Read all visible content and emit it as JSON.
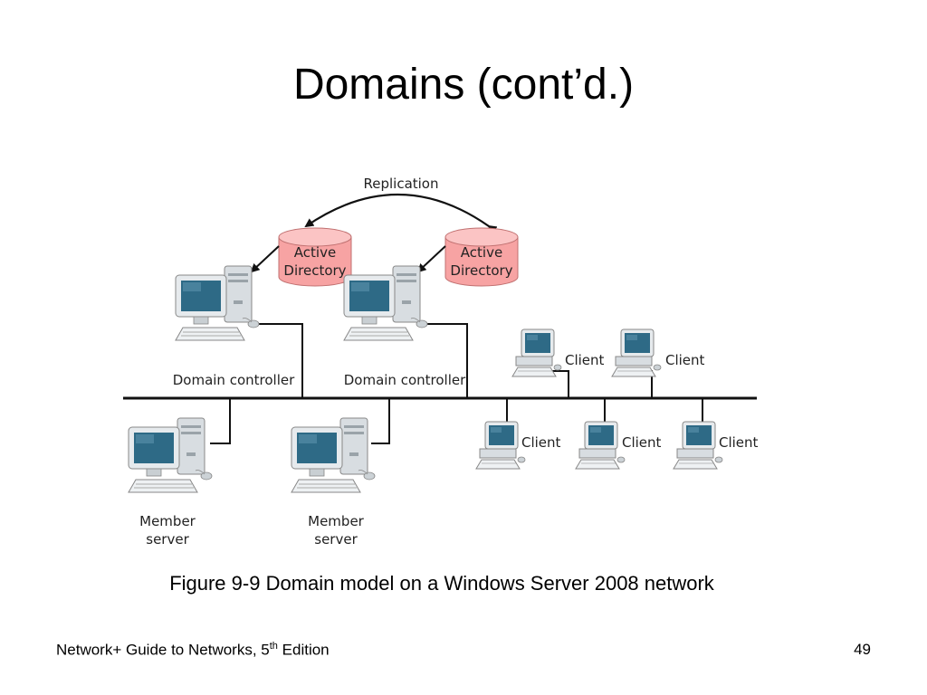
{
  "slide": {
    "title": "Domains (cont’d.)",
    "caption": "Figure 9-9 Domain model on a Windows Server 2008 network",
    "footer_prefix": "Network+ Guide to Networks, 5",
    "footer_sup": "th",
    "footer_suffix": " Edition",
    "page_number": "49"
  },
  "diagram": {
    "replication_label": "Replication",
    "ad_line1": "Active",
    "ad_line2": "Directory",
    "domain_controller": "Domain controller",
    "client": "Client",
    "member_line1": "Member",
    "member_line2": "server",
    "colors": {
      "ad_fill": "#f7a3a3",
      "ad_top": "#fbc4c4",
      "monitor_screen": "#2e6a86",
      "case": "#d9dee2"
    }
  }
}
